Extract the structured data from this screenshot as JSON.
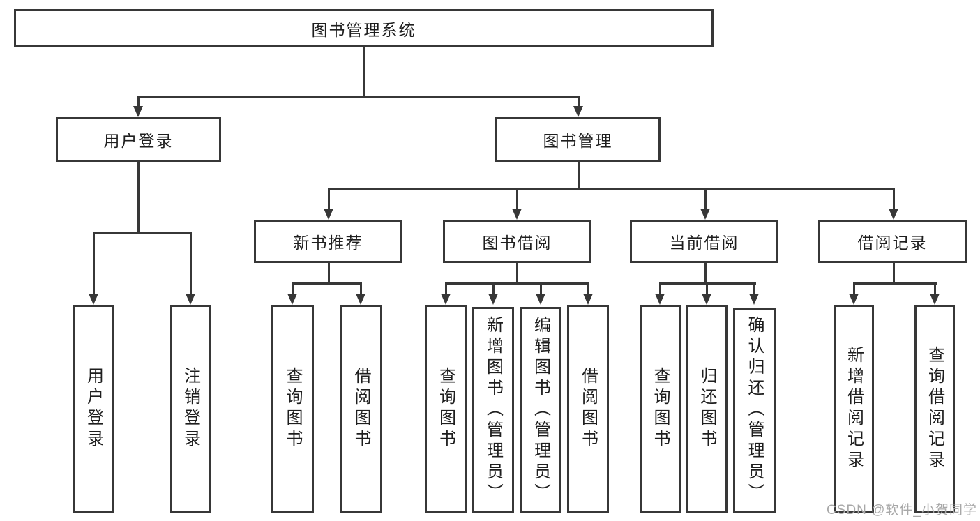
{
  "tree": {
    "root": "图书管理系统",
    "branches": [
      {
        "label": "用户登录",
        "children": [
          "用户登录",
          "注销登录"
        ]
      },
      {
        "label": "图书管理",
        "sections": [
          {
            "label": "新书推荐",
            "children": [
              "查询图书",
              "借阅图书"
            ]
          },
          {
            "label": "图书借阅",
            "children": [
              "查询图书",
              "新增图书（管理员）",
              "编辑图书（管理员）",
              "借阅图书"
            ]
          },
          {
            "label": "当前借阅",
            "children": [
              "查询图书",
              "归还图书",
              "确认归还（管理员）"
            ]
          },
          {
            "label": "借阅记录",
            "children": [
              "新增借阅记录",
              "查询借阅记录"
            ]
          }
        ]
      }
    ]
  },
  "watermark": "CSDN @软件_小贺同学",
  "colors": {
    "line": "#373737",
    "text": "#1e1e1e",
    "watermark": "#a8a8a8",
    "background": "#ffffff"
  }
}
